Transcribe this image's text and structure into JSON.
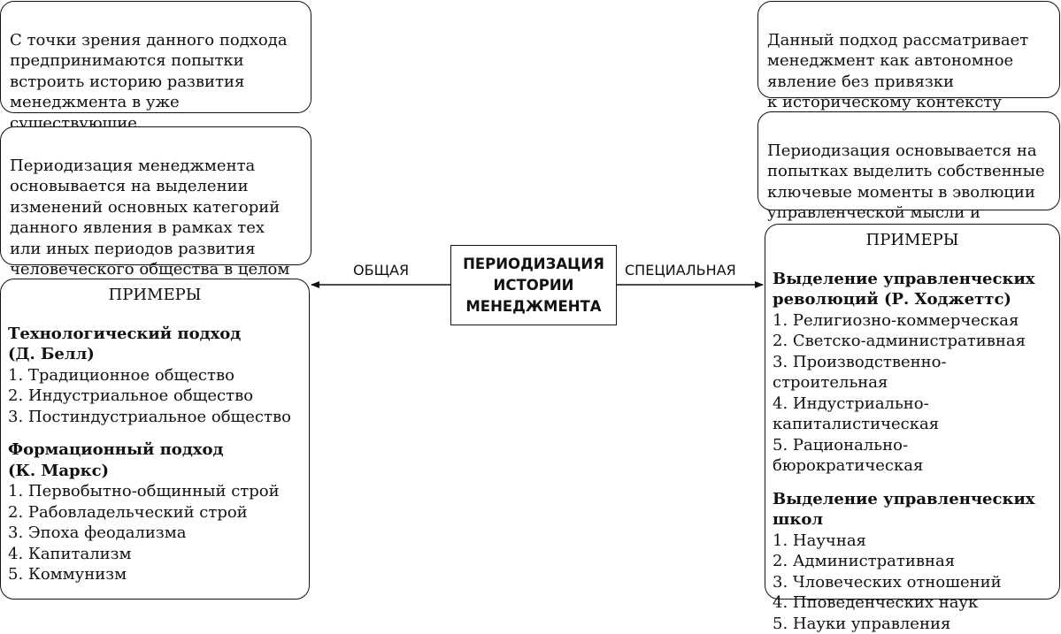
{
  "center": {
    "title": "ПЕРИОДИЗАЦИЯ\nИСТОРИИ\nМЕНЕДЖМЕНТА"
  },
  "left": {
    "arrow_label": "ОБЩАЯ",
    "desc1": "С точки зрения данного подхода\nпредпринимаются попытки\nвстроить историю развития\nменеджмента в уже существующие\nисторические периодизации",
    "desc2": "Периодизация менеджмента\nосновывается на выделении\nизменений основных категорий\nданного явления в рамках тех\nили иных периодов развития\nчеловеческого общества в целом",
    "examples": {
      "title": "ПРИМЕРЫ",
      "approaches": [
        {
          "title": "Технологический подход\n(Д. Белл)",
          "items": [
            "1. Традиционное общество",
            "2. Индустриальное общество",
            "3. Постиндустриальное общество"
          ]
        },
        {
          "title": "Формационный подход\n(К. Маркс)",
          "items": [
            "1. Первобытно-общинный строй",
            "2. Рабовладельческий строй",
            "3. Эпоха феодализма",
            "4. Капитализм",
            "5. Коммунизм"
          ]
        }
      ]
    }
  },
  "right": {
    "arrow_label": "СПЕЦИАЛЬНАЯ",
    "desc1": "Данный подход рассматривает\nменеджмент как автономное\nявление без привязки\nк историческому контексту",
    "desc2": "Периодизация основывается на\nпопытках выделить собственные\nключевые моменты в эволюции\nуправленческой мысли и практики",
    "examples": {
      "title": "ПРИМЕРЫ",
      "approaches": [
        {
          "title": "Выделение управленческих\nреволюций (Р. Ходжеттс)",
          "items": [
            "1. Религиозно-коммерческая",
            "2. Светско-административная",
            "3. Производственно-строительная",
            "4. Индустриально-\nкапиталистическая",
            "5. Рационально-бюрократическая"
          ]
        },
        {
          "title": "Выделение управленческих\nшкол",
          "items": [
            "1. Научная",
            "2. Административная",
            "3. Чловеческих отношений",
            "4. Пповеденческих наук",
            "5. Науки управления"
          ]
        }
      ]
    }
  }
}
